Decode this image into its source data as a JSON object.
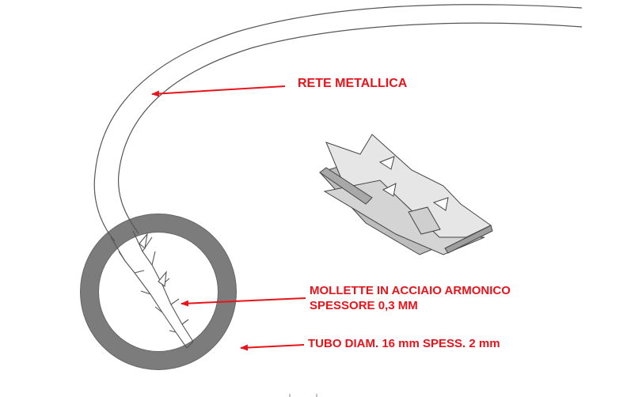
{
  "labels": {
    "rete": "RETE METALLICA",
    "mollette_line1": "MOLLETTE IN ACCIAIO ARMONICO",
    "mollette_line2": "SPESSORE 0,3 MM",
    "tubo": "TUBO DIAM. 16 mm SPESS. 2 mm"
  },
  "colors": {
    "annotation": "#e8141c",
    "tube": "#7c7c7c",
    "outline": "#555555",
    "clip_fill": "#d9d9d9",
    "clip_shadow": "#a0a0a0"
  }
}
